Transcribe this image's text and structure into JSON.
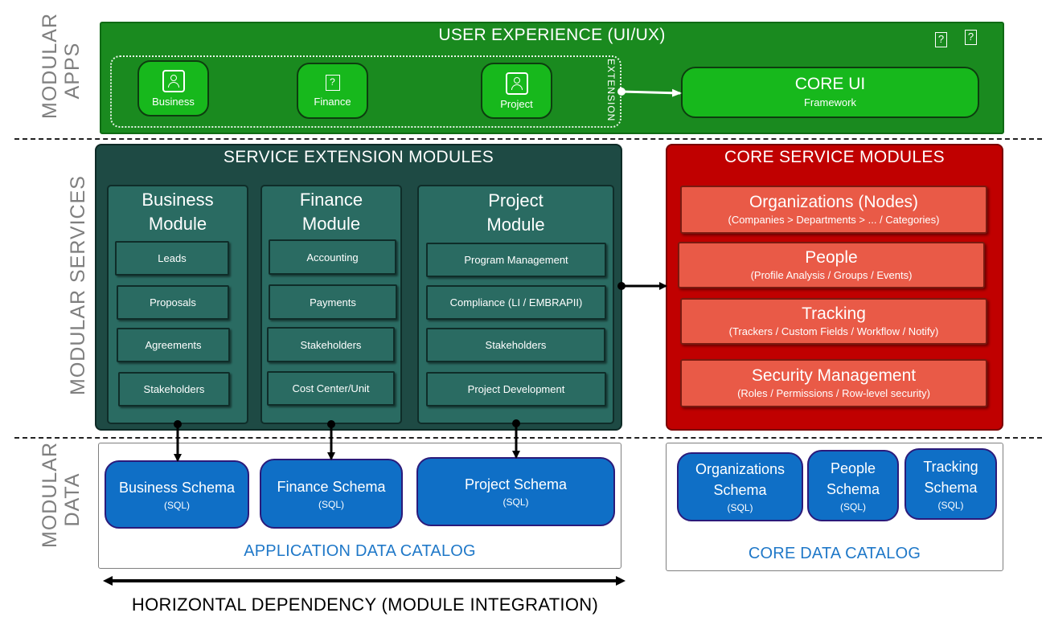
{
  "side_labels": {
    "apps": [
      "MODULAR",
      "APPS"
    ],
    "services": "MODULAR SERVICES",
    "data": [
      "MODULAR",
      "DATA"
    ]
  },
  "ux": {
    "title": "USER EXPERIENCE (UI/UX)",
    "help_icons": [
      "?",
      "?"
    ],
    "extension_label": "EXTENSION",
    "apps": [
      {
        "label": "Business",
        "icon": "person-card-icon"
      },
      {
        "label": "Finance",
        "icon": "help-box-icon"
      },
      {
        "label": "Project",
        "icon": "person-card-icon"
      }
    ],
    "core_ui": {
      "title": "CORE UI",
      "subtitle": "Framework"
    }
  },
  "service_extension": {
    "title": "SERVICE EXTENSION MODULES",
    "modules": [
      {
        "title_line1": "Business",
        "title_line2": "Module",
        "items": [
          "Leads",
          "Proposals",
          "Agreements",
          "Stakeholders"
        ]
      },
      {
        "title_line1": "Finance",
        "title_line2": "Module",
        "items": [
          "Accounting",
          "Payments",
          "Stakeholders",
          "Cost Center/Unit"
        ]
      },
      {
        "title_line1": "Project",
        "title_line2": "Module",
        "items": [
          "Program Management",
          "Compliance (LI / EMBRAPII)",
          "Stakeholders",
          "Project Development"
        ]
      }
    ]
  },
  "core_services": {
    "title": "CORE SERVICE MODULES",
    "items": [
      {
        "title": "Organizations (Nodes)",
        "subtitle": "(Companies > Departments > ... / Categories)"
      },
      {
        "title": "People",
        "subtitle": "(Profile Analysis / Groups / Events)"
      },
      {
        "title": "Tracking",
        "subtitle": "(Trackers / Custom Fields / Workflow / Notify)"
      },
      {
        "title": "Security Management",
        "subtitle": "(Roles / Permissions / Row-level security)"
      }
    ]
  },
  "app_data_catalog": {
    "label": "APPLICATION DATA CATALOG",
    "schemas": [
      {
        "title": "Business Schema",
        "subtitle": "(SQL)"
      },
      {
        "title": "Finance Schema",
        "subtitle": "(SQL)"
      },
      {
        "title": "Project Schema",
        "subtitle": "(SQL)"
      }
    ]
  },
  "core_data_catalog": {
    "label": "CORE DATA CATALOG",
    "schemas": [
      {
        "title_line1": "Organizations",
        "title_line2": "Schema",
        "subtitle": "(SQL)"
      },
      {
        "title_line1": "People",
        "title_line2": "Schema",
        "subtitle": "(SQL)"
      },
      {
        "title_line1": "Tracking",
        "title_line2": "Schema",
        "subtitle": "(SQL)"
      }
    ]
  },
  "footer": "HORIZONTAL DEPENDENCY (MODULE INTEGRATION)",
  "colors": {
    "ux_green": "#1a8a1f",
    "app_green": "#17b81c",
    "service_teal": "#1e4a44",
    "core_red": "#c00000",
    "core_item": "#e95a47",
    "schema_blue": "#0f6fc6",
    "catalog_text": "#1f78c8"
  }
}
